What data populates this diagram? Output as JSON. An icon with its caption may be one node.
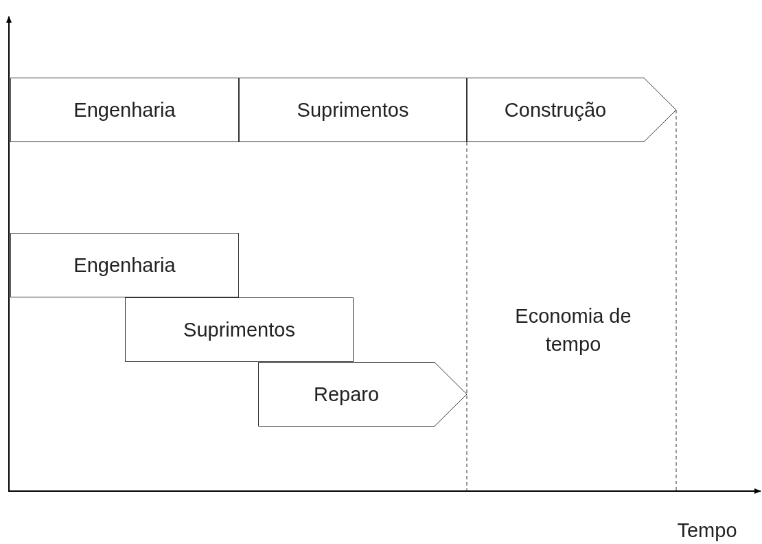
{
  "diagram": {
    "nodes": [
      {
        "text": [
          "Engenharia"
        ]
      },
      {
        "text": [
          "Suprimentos"
        ]
      },
      {
        "text": [
          "Construção"
        ]
      },
      {
        "text": [
          "Engenharia"
        ]
      },
      {
        "text": [
          "Suprimentos"
        ]
      },
      {
        "text": [
          "Reparo"
        ]
      }
    ],
    "edges": [],
    "labels": [
      "Economia de tempo",
      "Tempo"
    ]
  }
}
